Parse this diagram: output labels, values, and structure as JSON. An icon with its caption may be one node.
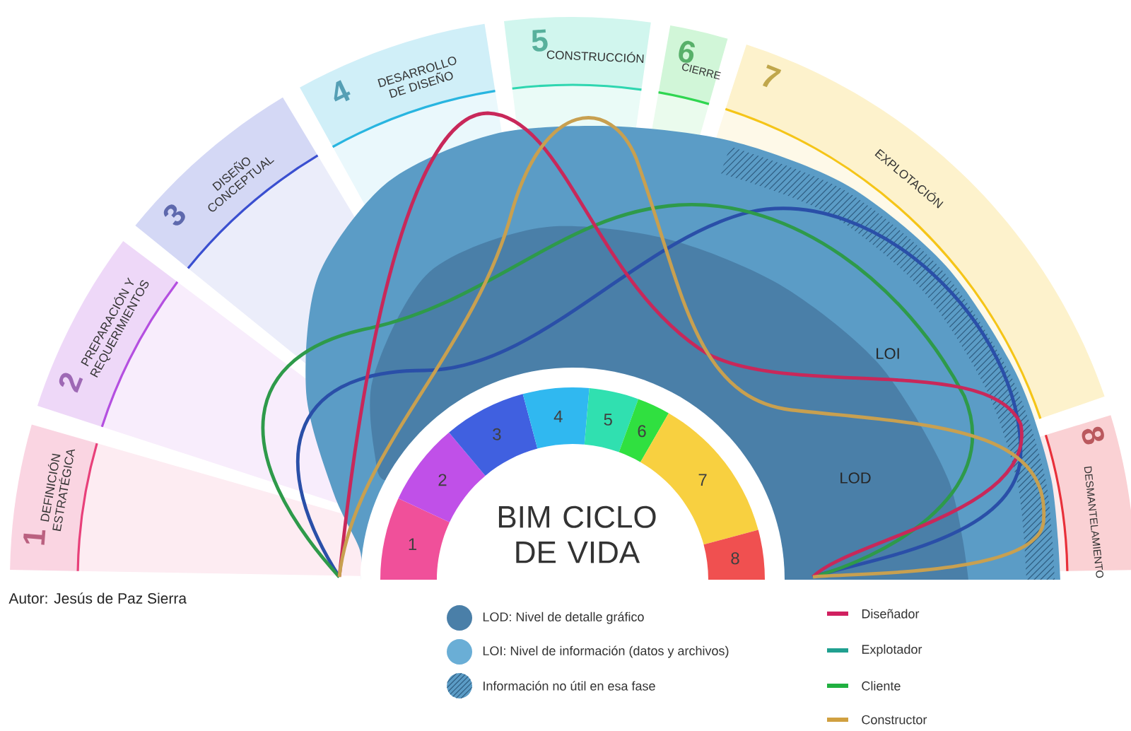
{
  "diagram": {
    "title": "BIM CICLO DE VIDA",
    "nodes": [
      {
        "text": [
          "1",
          "DEFINICIÓN ESTRATÉGICA"
        ]
      },
      {
        "text": [
          "2",
          "PREPARACIÓN Y REQUERIMIENTOS"
        ]
      },
      {
        "text": [
          "3",
          "DISEÑO CONCEPTUAL"
        ]
      },
      {
        "text": [
          "4",
          "DESARROLLO DE DISEÑO"
        ]
      },
      {
        "text": [
          "5",
          "CONSTRUCCIÓN"
        ]
      },
      {
        "text": [
          "6",
          "CIERRE"
        ]
      },
      {
        "text": [
          "7",
          "EXPLOTACIÓN"
        ]
      },
      {
        "text": [
          "8",
          "DESMANTELAMIENTO"
        ]
      },
      {
        "text": [
          "1"
        ]
      },
      {
        "text": [
          "2"
        ]
      },
      {
        "text": [
          "3"
        ]
      },
      {
        "text": [
          "4"
        ]
      },
      {
        "text": [
          "5"
        ]
      },
      {
        "text": [
          "6"
        ]
      },
      {
        "text": [
          "7"
        ]
      },
      {
        "text": [
          "8"
        ]
      }
    ],
    "labels": [
      "Autor: Jesús de Paz Sierra",
      "LOI",
      "LOD"
    ],
    "legend": [
      {
        "text": "LOD: Nivel de detalle gráfico",
        "color": "#4a7fa8"
      },
      {
        "text": "LOI: Nivel de información (datos y archivos)",
        "color": "#6aaed6"
      },
      {
        "text": "Información no útil en esa fase"
      },
      {
        "text": "Diseñador"
      },
      {
        "text": "Explotador"
      },
      {
        "text": "Cliente"
      },
      {
        "text": "Constructor"
      }
    ]
  }
}
